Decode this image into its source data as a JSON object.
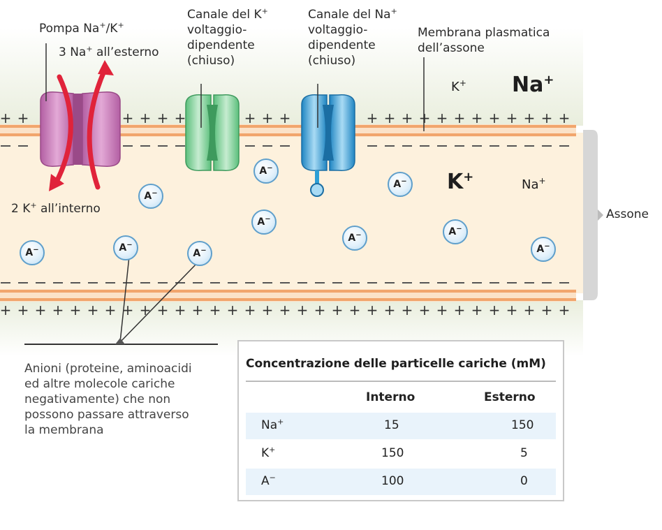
{
  "labels": {
    "pump_title": "Pompa Na",
    "pump_title_sup1": "+",
    "pump_title_mid": "/K",
    "pump_title_sup2": "+",
    "pump_out_count": "3 Na",
    "pump_out_sup": "+",
    "pump_out_rest": " all’esterno",
    "pump_in_count": "2 K",
    "pump_in_sup": "+",
    "pump_in_rest": " all’interno",
    "k_channel_l1": "Canale del K",
    "k_channel_sup": "+",
    "k_channel_l2": "voltaggio-",
    "k_channel_l3": "dipendente",
    "k_channel_l4": "(chiuso)",
    "na_channel_l1": "Canale del Na",
    "na_channel_sup": "+",
    "na_channel_l2": "voltaggio-",
    "na_channel_l3": "dipendente",
    "na_channel_l4": "(chiuso)",
    "membrane_l1": "Membrana plasmatica",
    "membrane_l2": "dell’assone",
    "axon": "Assone",
    "anions_l1": "Anioni (proteine, aminoacidi",
    "anions_l2": "ed altre molecole cariche",
    "anions_l3": "negativamente) che non",
    "anions_l4": "possono passare attraverso",
    "anions_l5": "la membrana"
  },
  "ions": {
    "outside_k": "K",
    "outside_na": "Na",
    "inside_k": "K",
    "inside_na": "Na",
    "plus": "+",
    "anion": "A",
    "minus": "−"
  },
  "table": {
    "title": "Concentrazione delle particelle cariche (mM)",
    "col_inside": "Interno",
    "col_outside": "Esterno",
    "rows": [
      {
        "ion": "Na",
        "sup": "+",
        "inside": "15",
        "outside": "150"
      },
      {
        "ion": "K",
        "sup": "+",
        "inside": "150",
        "outside": "5"
      },
      {
        "ion": "A",
        "sup": "−",
        "inside": "100",
        "outside": "0"
      }
    ]
  },
  "colors": {
    "extracellular": "#eef2e4",
    "axoplasm": "#fdf1dd",
    "membrane": "#f1a56c",
    "pump": "#c779b3",
    "pump_arrow": "#e0233a",
    "k_channel": "#8fd3a2",
    "na_channel": "#2d9fd6",
    "anion_border": "#5f9fcb"
  }
}
